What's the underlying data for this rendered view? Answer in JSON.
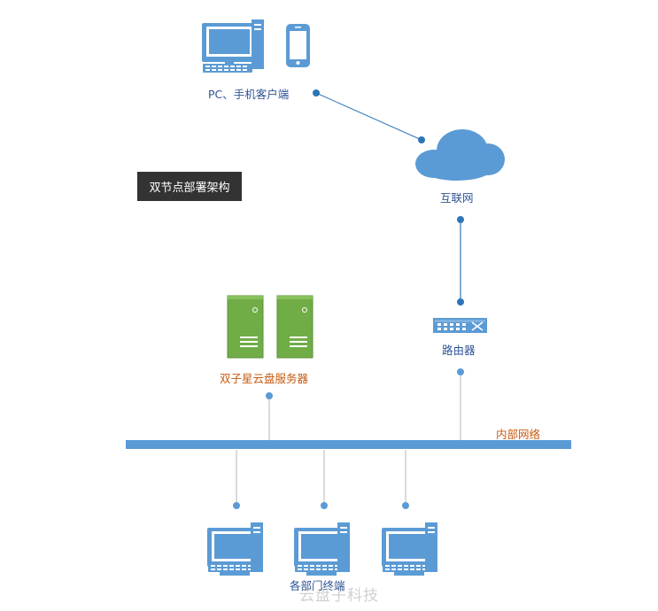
{
  "diagram_title": "双节点部署架构",
  "nodes": {
    "clients": {
      "label": "PC、手机客户端"
    },
    "internet": {
      "label": "互联网"
    },
    "router": {
      "label": "路由器"
    },
    "server": {
      "label": "双子星云盘服务器"
    },
    "network": {
      "label": "内部网络"
    },
    "departments": {
      "label": "各部门终端"
    }
  },
  "watermark": "云盘子科技",
  "colors": {
    "accent_blue": "#5b9bd5",
    "dot_blue": "#2e75b6",
    "server_green": "#70ad47",
    "label_blue": "#2f5496",
    "label_orange": "#c55a11"
  }
}
